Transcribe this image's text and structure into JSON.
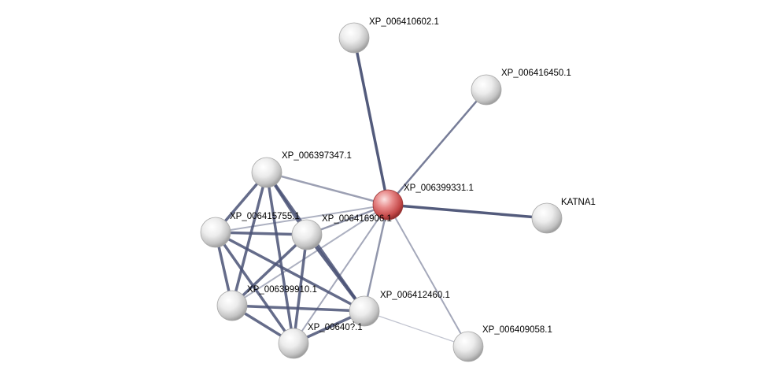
{
  "network": {
    "center_color": "#e25b5b",
    "node_color": "#e6e6e6",
    "edge_color": "#4a5275",
    "nodes": [
      {
        "id": "XP_006399331.1",
        "label": "XP_006399331.1",
        "role": "query"
      },
      {
        "id": "XP_006410602.1",
        "label": "XP_006410602.1"
      },
      {
        "id": "XP_006416450.1",
        "label": "XP_006416450.1"
      },
      {
        "id": "KATNA1",
        "label": "KATNA1"
      },
      {
        "id": "XP_006397347.1",
        "label": "XP_006397347.1"
      },
      {
        "id": "XP_006415755.1",
        "label": "XP_006415755.1"
      },
      {
        "id": "XP_006416906.1",
        "label": "XP_006416906.1"
      },
      {
        "id": "XP_006399910.1",
        "label": "XP_006399910.1"
      },
      {
        "id": "XP_006412460.1",
        "label": "XP_006412460.1"
      },
      {
        "id": "XP_006407xxx.1",
        "label": "XP_00640?̀.1"
      },
      {
        "id": "XP_006409058.1",
        "label": "XP_006409058.1"
      }
    ]
  }
}
